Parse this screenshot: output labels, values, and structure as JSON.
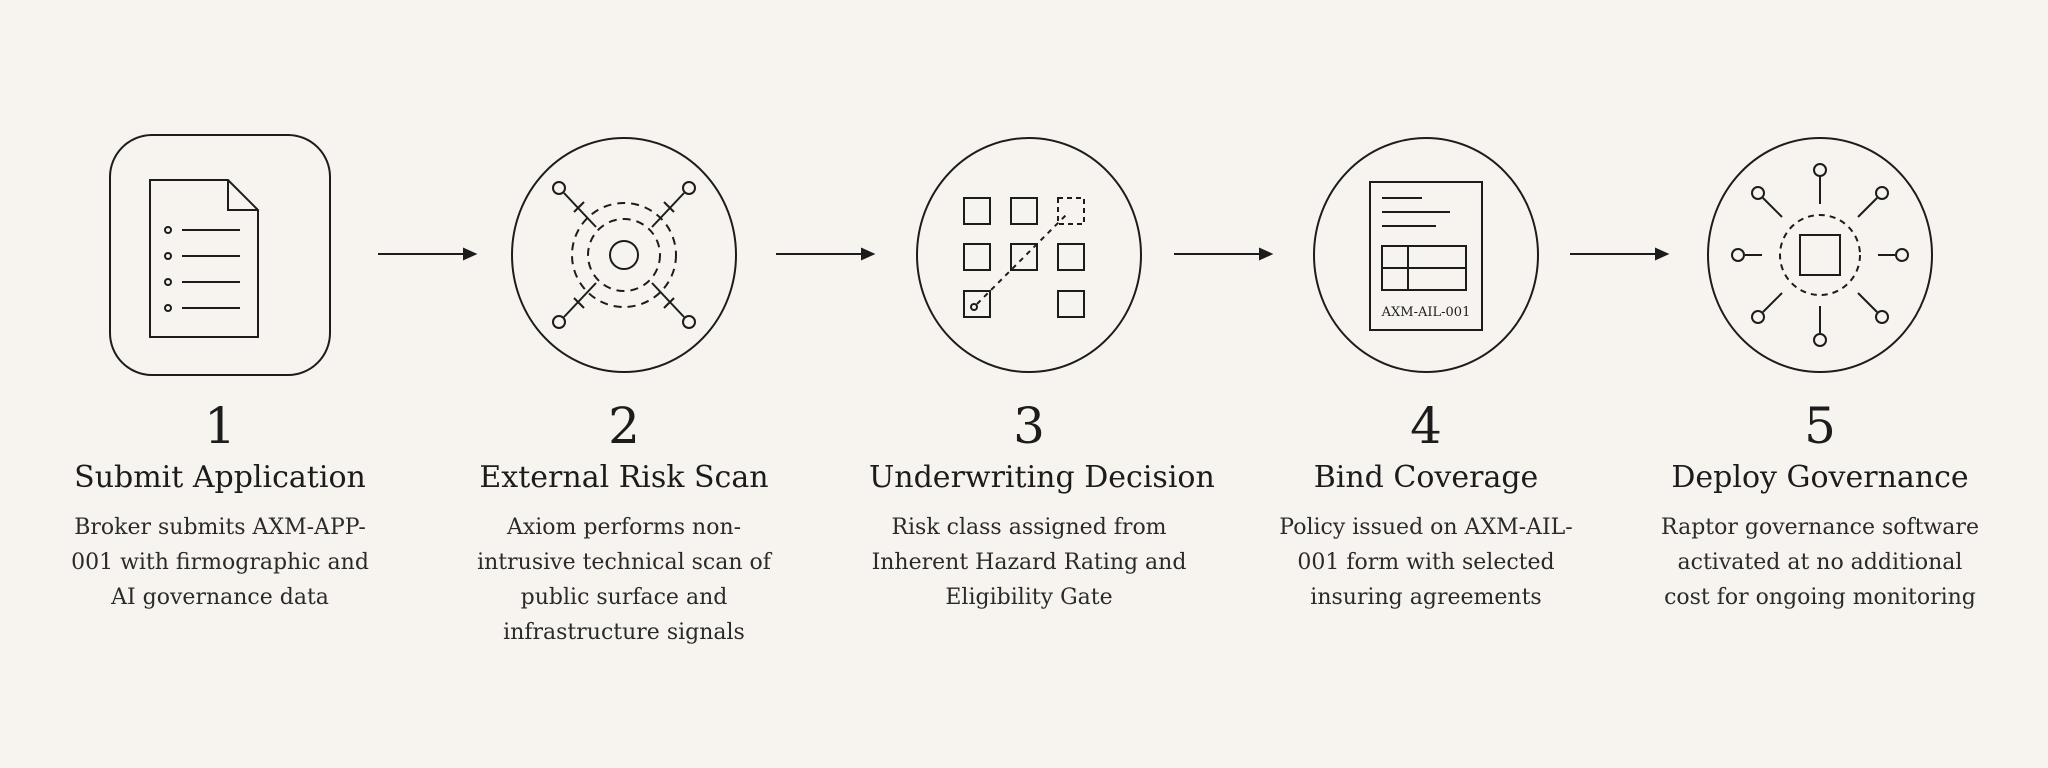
{
  "steps": [
    {
      "number": "1",
      "title": "Submit Application",
      "description": "Broker submits AXM-APP-001 with firmographic and AI governance data",
      "icon": "document-icon"
    },
    {
      "number": "2",
      "title": "External Risk Scan",
      "description": "Axiom performs non-intrusive technical scan of public surface and infrastructure signals",
      "icon": "scan-target-icon"
    },
    {
      "number": "3",
      "title": "Underwriting Decision",
      "description": "Risk class assigned from Inherent Hazard Rating and Eligibility Gate",
      "icon": "grid-decision-icon"
    },
    {
      "number": "4",
      "title": "Bind Coverage",
      "description": "Policy issued on AXM-AIL-001 form with selected insuring agreements",
      "icon": "policy-form-icon",
      "icon_text": "AXM-AIL-001"
    },
    {
      "number": "5",
      "title": "Deploy Governance",
      "description": "Raptor governance software activated at no additional cost for ongoing monitoring",
      "icon": "network-hub-icon"
    }
  ],
  "colors": {
    "background": "#f7f4ef",
    "stroke": "#1c1c1c"
  }
}
